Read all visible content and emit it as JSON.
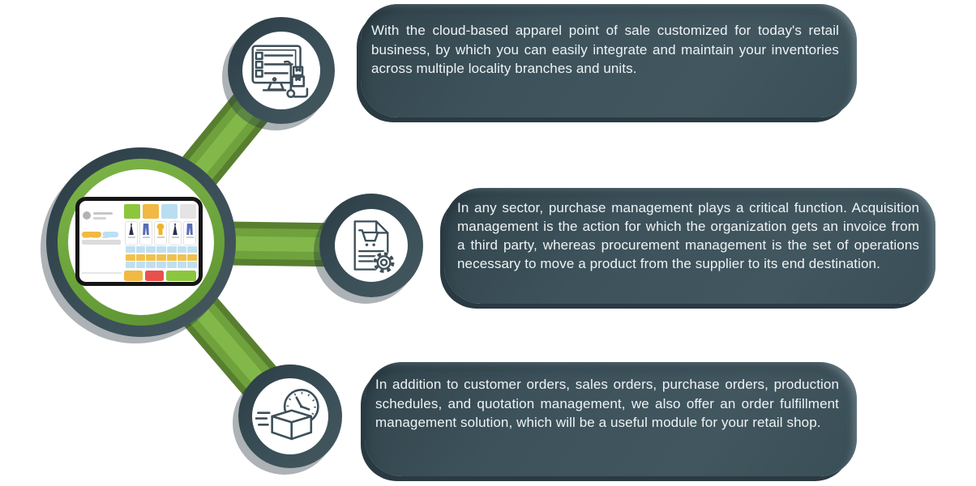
{
  "cards": [
    {
      "id": "inventory",
      "text": "With the cloud-based apparel point of sale customized for today's retail business, by which you can easily integrate and maintain your inventories across multiple locality branches and units."
    },
    {
      "id": "purchase-management",
      "text": "In any sector, purchase management plays a critical function. Acquisition management is the action for which the organization gets an invoice from a third party, whereas procurement management is the set of operations necessary to move a product from the supplier to its end destination."
    },
    {
      "id": "order-fulfillment",
      "text": "In addition to customer orders, sales orders, purchase orders, production schedules, and quotation management, we also offer an order fulfillment management solution, which will be a useful module for your retail shop."
    }
  ],
  "icons": [
    {
      "name": "inventory-checklist-monitor-icon"
    },
    {
      "name": "purchase-document-gear-icon"
    },
    {
      "name": "fulfillment-box-clock-icon"
    }
  ],
  "colors": {
    "card_slate": "#3d525b",
    "ring_slate": "#3a4f58",
    "connector_green": "#6fa23c",
    "ring_green": "#6aa23a",
    "text": "#eef3f4"
  },
  "tablet_mockup": {
    "name": "apparel-pos-screen",
    "swatch_colors": [
      "#8cc63e",
      "#f1b844",
      "#b9ddf1",
      "#e4e4e4"
    ],
    "garments": [
      {
        "type": "dress",
        "color": "#2e2d4d"
      },
      {
        "type": "pants",
        "color": "#5a6cb4"
      },
      {
        "type": "coat",
        "color": "#f0b42c"
      },
      {
        "type": "dress",
        "color": "#2e2d4d"
      },
      {
        "type": "pants",
        "color": "#5a6cb4"
      }
    ],
    "grid_rows": [
      {
        "color": "#bfe0f2",
        "cells": 7
      },
      {
        "color": "#f2c14b",
        "cells": 7
      },
      {
        "color": "#bfe0f2",
        "cells": 7
      }
    ],
    "buttons": [
      {
        "color": "#f1b844",
        "flex": "2.1"
      },
      {
        "color": "#e8504e",
        "flex": "2.2"
      },
      {
        "color": "#8cc63e",
        "flex": "3.4"
      }
    ]
  }
}
